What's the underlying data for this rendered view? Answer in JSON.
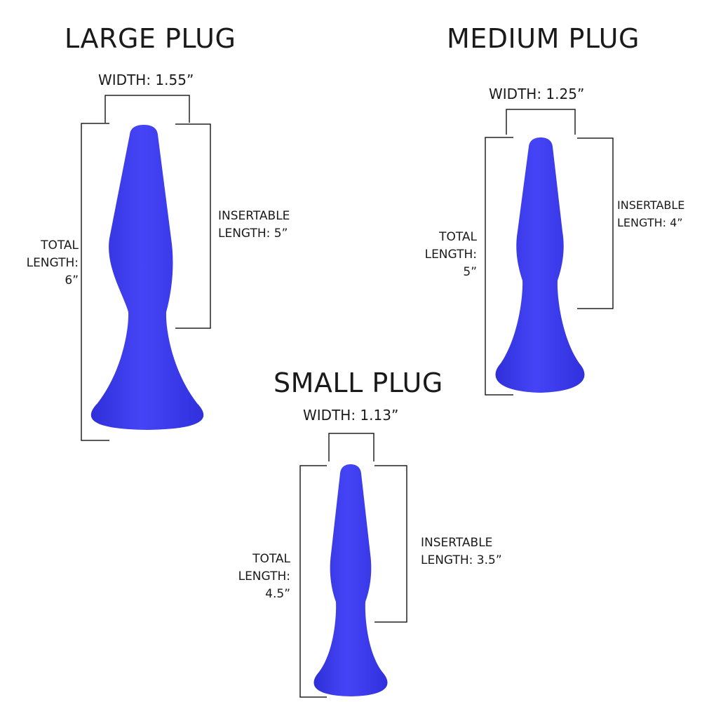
{
  "colors": {
    "product": "#3d3df2",
    "line": "#222222"
  },
  "large": {
    "title": "LARGE PLUG",
    "width": "WIDTH: 1.55”",
    "total": [
      "TOTAL",
      "LENGTH:",
      "6”"
    ],
    "insertable": [
      "INSERTABLE",
      "LENGTH: 5”"
    ]
  },
  "medium": {
    "title": "MEDIUM PLUG",
    "width": "WIDTH: 1.25”",
    "total": [
      "TOTAL",
      "LENGTH:",
      "5”"
    ],
    "insertable": [
      "INSERTABLE",
      "LENGTH: 4”"
    ]
  },
  "small": {
    "title": "SMALL PLUG",
    "width": "WIDTH: 1.13”",
    "total": [
      "TOTAL",
      "LENGTH:",
      "4.5”"
    ],
    "insertable": [
      "INSERTABLE",
      "LENGTH: 3.5”"
    ]
  }
}
